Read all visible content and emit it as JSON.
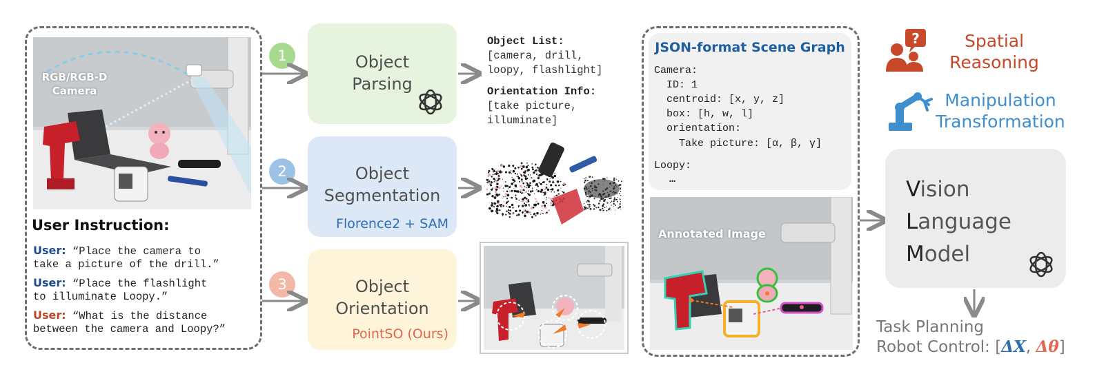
{
  "left_panel": {
    "camera_label_line1": "RGB/RGB-D",
    "camera_label_line2": "Camera",
    "instruction_title": "User Instruction:",
    "tag": "User:",
    "instructions": [
      {
        "line1": "“Place the camera to",
        "line2": "take a picture of the drill.”",
        "color": "#1f4e8c"
      },
      {
        "line1": "“Place the flashlight",
        "line2": "to illuminate Loopy.”",
        "color": "#1f4e8c"
      },
      {
        "line1": "“What is the distance",
        "line2": "between the camera and Loopy?”",
        "color": "#c0462b"
      }
    ]
  },
  "steps": [
    {
      "number": "1",
      "title_line1": "Object",
      "title_line2": "Parsing",
      "subtitle": "",
      "color": "#e6f4df",
      "badge_color": "#a7d98f"
    },
    {
      "number": "2",
      "title_line1": "Object",
      "title_line2": "Segmentation",
      "subtitle": "Florence2 + SAM",
      "color": "#dde8f7",
      "badge_color": "#9cc3e6",
      "subtitle_color": "#2e6eb5"
    },
    {
      "number": "3",
      "title_line1": "Object",
      "title_line2": "Orientation",
      "subtitle": "PointSO (Ours)",
      "color": "#fdf4d9",
      "badge_color": "#f4b8a6",
      "subtitle_color": "#e0664d"
    }
  ],
  "object_list": {
    "title": "Object List:",
    "line1": "[camera, drill,",
    "line2": "loopy, flashlight]"
  },
  "orientation_info": {
    "title": "Orientation Info:",
    "line1": "[take picture,",
    "line2": "illuminate]"
  },
  "scene_graph": {
    "title": "JSON-format Scene Graph",
    "lines": [
      "Camera:",
      "  ID: 1",
      "  centroid: [x, y, z]",
      "  box: [h, w, l]",
      "  orientation:",
      "    Take picture: [α, β, γ]"
    ],
    "loopy": "Loopy:",
    "ellipsis": "…",
    "annotated_label": "Annotated Image"
  },
  "right_panel": {
    "spatial_line1": "Spatial",
    "spatial_line2": "Reasoning",
    "manip_line1": "Manipulation",
    "manip_line2": "Transformation",
    "vlm_v": "V",
    "vlm_v_rest": "ision",
    "vlm_l": "L",
    "vlm_l_rest": "anguage",
    "vlm_m": "M",
    "vlm_m_rest": "odel",
    "task_planning": "Task Planning",
    "robot_control": "Robot Control:",
    "control_open": "[",
    "delta_x": "ΔX",
    "comma": ",",
    "delta_theta": "Δθ",
    "control_close": "]"
  },
  "colors": {
    "spatial": "#c7492a",
    "manip": "#3f8fcf",
    "vlm_bg": "#ececec",
    "scene_title": "#1f5f9e",
    "delta_x": "#2a6fb0",
    "delta_theta": "#e0664d"
  },
  "icons": [
    "camera-icon",
    "openai-logo-icon",
    "user-question-icon",
    "robot-arm-icon"
  ]
}
